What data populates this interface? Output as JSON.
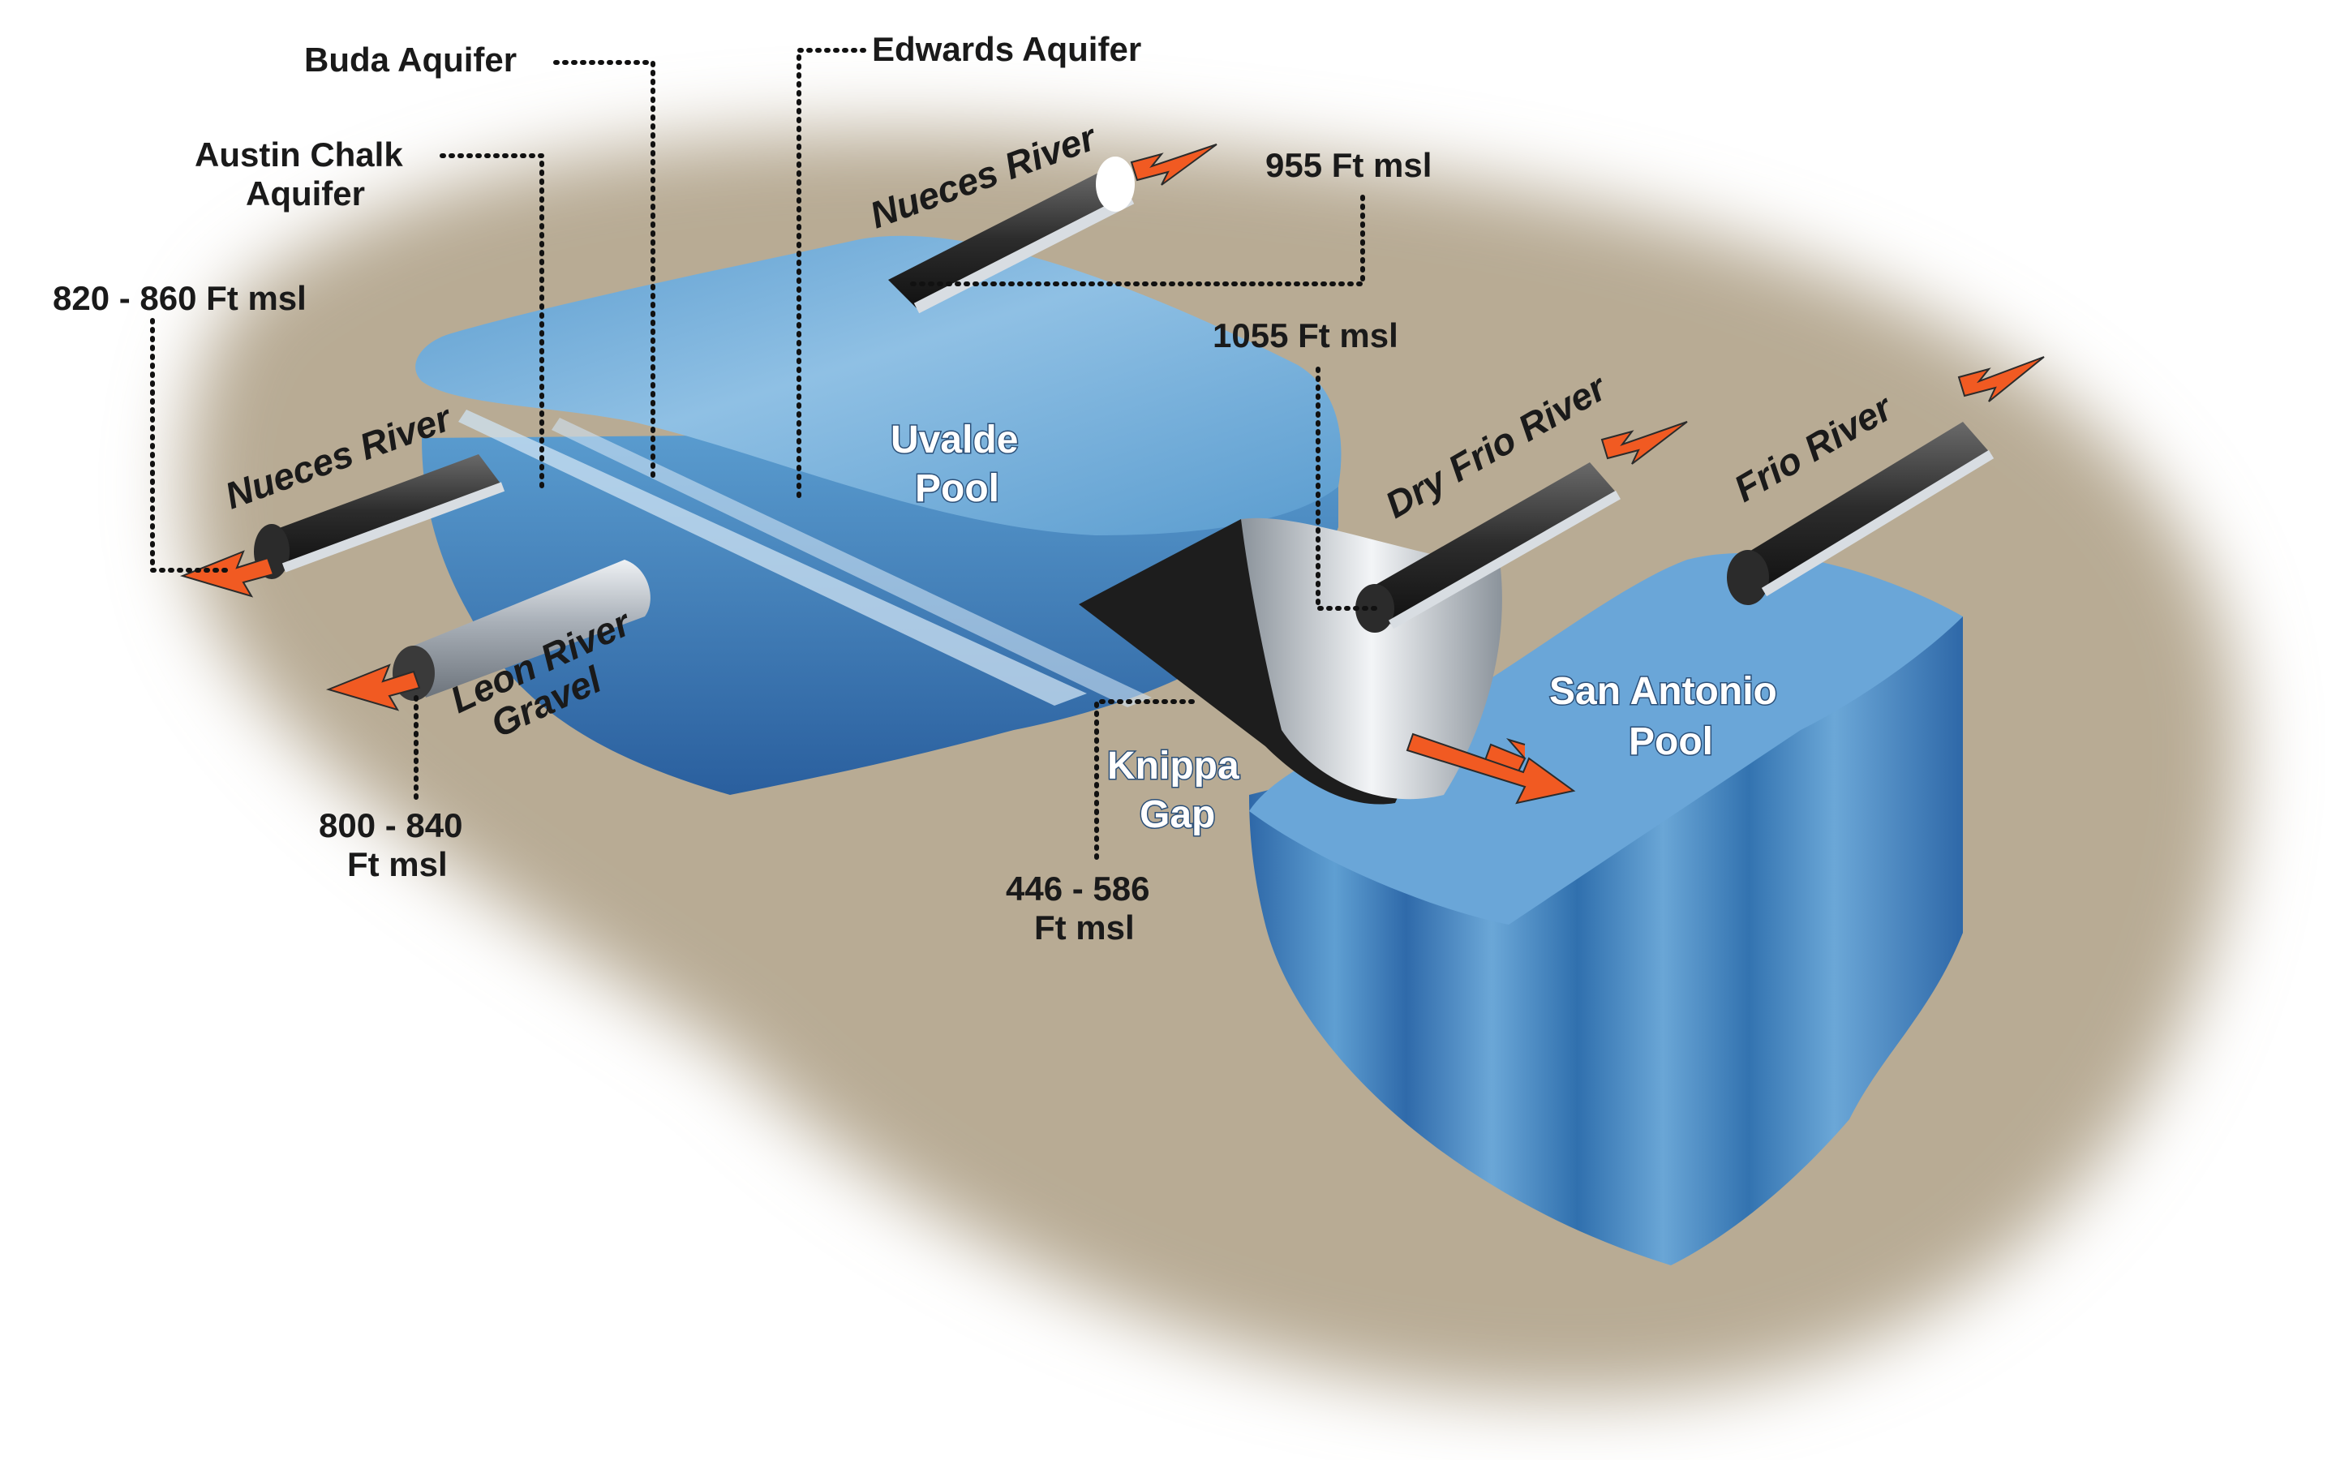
{
  "aquifers": {
    "buda": "Buda Aquifer",
    "edwards": "Edwards Aquifer",
    "austin_chalk_line1": "Austin Chalk",
    "austin_chalk_line2": "Aquifer"
  },
  "pools": {
    "uvalde_line1": "Uvalde",
    "uvalde_line2": "Pool",
    "san_antonio_line1": "San Antonio",
    "san_antonio_line2": "Pool"
  },
  "gap": {
    "line1": "Knippa",
    "line2": "Gap"
  },
  "rivers": {
    "nueces_upper": "Nueces River",
    "nueces_lower": "Nueces River",
    "leon_line1": "Leon River",
    "leon_line2": "Gravel",
    "dry_frio": "Dry Frio River",
    "frio": "Frio River"
  },
  "elevations": {
    "e955": "955 Ft msl",
    "e820_860": "820 - 860 Ft msl",
    "e1055": "1055 Ft msl",
    "e800_840_line1": "800 - 840",
    "e800_840_line2": "Ft msl",
    "e446_586_line1": "446 - 586",
    "e446_586_line2": "Ft msl"
  },
  "colors": {
    "water_light": "#8fc0e4",
    "water_mid": "#5a9ccf",
    "water_dark": "#2e68a8",
    "ground": "#b8ab94",
    "arrow": "#f15a22",
    "pipe_dark": "#3a3a3a",
    "pipe_light": "#c9ced4"
  }
}
